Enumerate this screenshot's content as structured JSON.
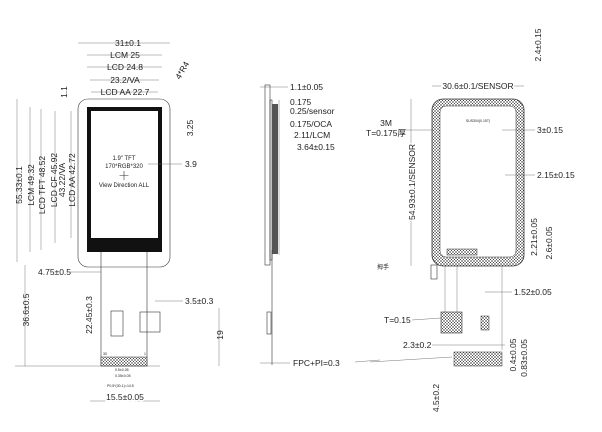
{
  "front_view": {
    "width_outline": "31±0.1",
    "width_lcm": "LCM 25",
    "width_lcd": "LCD 24.8",
    "width_va": "23.2/VA",
    "width_aa": "LCD AA 22.7",
    "corner_radius": "4*R4",
    "top_offset": "1.1",
    "height_outline": "55.33±0.1",
    "height_lcm": "LCM 49.32",
    "height_tft": "LCD TFT 48.52",
    "height_cf": "LCD CF 45.92",
    "height_va": "43.22/VA",
    "height_aa": "LCD AA 42.72",
    "right_top_offset": "3.25",
    "right_side_offset": "3.9",
    "panel_size": "1.9\" TFT",
    "resolution": "170*RGB*320",
    "view_direction": "View Direction ALL",
    "fpc_left_offset": "4.75±0.5",
    "fpc_length": "22.45±0.3",
    "total_tail": "36.6±0.5",
    "stiffener_offset": "3.5±0.3",
    "stiffener_height": "19",
    "pin_first": "30",
    "pin_last": "1",
    "pitch_a": "0.5±0.05",
    "pitch_b": "0.35±0.05",
    "pitch_total": "P0.5*(30-1)=14.5",
    "fpc_width": "15.5±0.05"
  },
  "side_view": {
    "layers": [
      "1.1±0.05",
      "0.175",
      "0.25/sensor",
      "0.175/OCA",
      "2.11/LCM",
      "3.64±0.15"
    ],
    "fpc_thickness": "FPC+PI=0.3"
  },
  "back_view": {
    "sensor_width": "30.6±0.1/SENSOR",
    "top_offset": "2.4±0.15",
    "tape_brand": "3M",
    "tape_thickness": "T=0.175厚",
    "plate_label": "SUS304(0.15T)",
    "edge_margin": "3±0.15",
    "sensor_height": "54.93±0.1/SENSOR",
    "inner_margin": "2.15±0.15",
    "bottom_a": "2.21±0.05",
    "bottom_b": "2.6±0.05",
    "pull_tab": "拇手",
    "tab_offset": "1.52±0.05",
    "stiffener_t": "T=0.15",
    "conn_offset": "2.3±0.2",
    "pad_a": "0.4±0.05",
    "pad_b": "0.83±0.05",
    "tail_len": "4.5±0.2"
  }
}
